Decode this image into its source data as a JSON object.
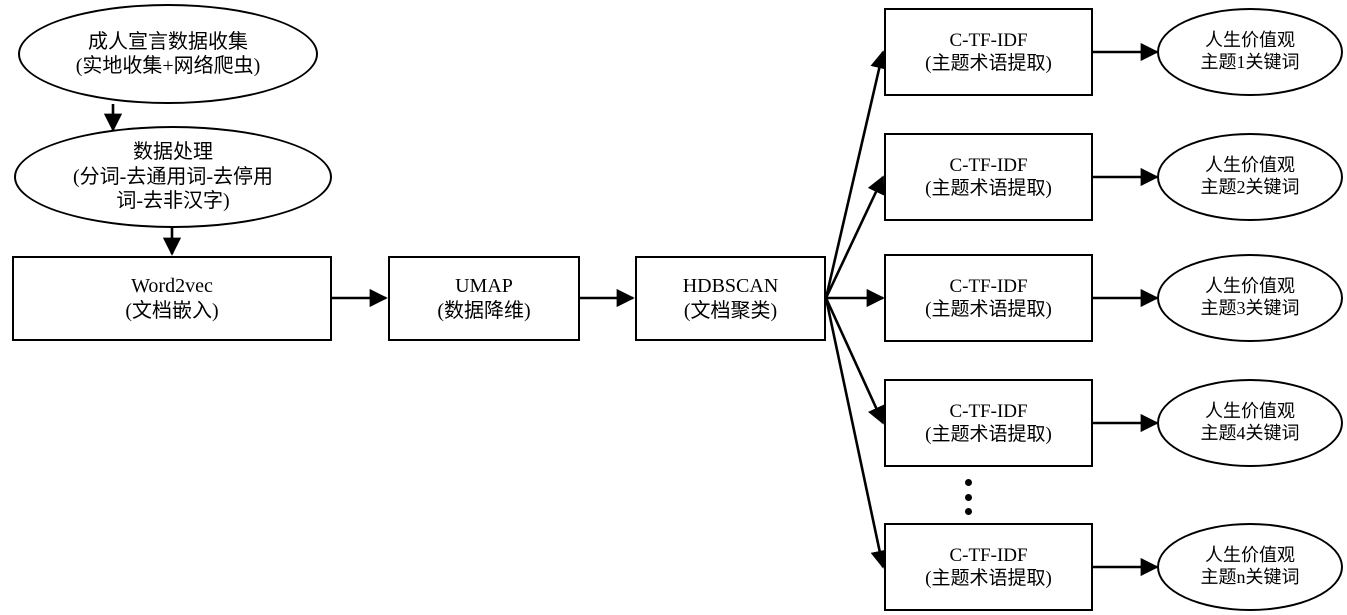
{
  "diagram": {
    "title": "BERTopic-style life-values topic modeling pipeline",
    "colors": {
      "stroke": "#000000",
      "fill": "#ffffff",
      "text": "#000000"
    },
    "nodes": {
      "collect": {
        "shape": "ellipse",
        "line1": "成人宣言数据收集",
        "line2": "(实地收集+网络爬虫)"
      },
      "preprocess": {
        "shape": "ellipse",
        "line1": "数据处理",
        "line2": "(分词-去通用词-去停用",
        "line3": "词-去非汉字)"
      },
      "word2vec": {
        "shape": "box",
        "line1": "Word2vec",
        "line2": "(文档嵌入)"
      },
      "umap": {
        "shape": "box",
        "line1": "UMAP",
        "line2": "(数据降维)"
      },
      "hdbscan": {
        "shape": "box",
        "line1": "HDBSCAN",
        "line2": "(文档聚类)"
      }
    },
    "ctfidf_boxes": [
      {
        "line1": "C-TF-IDF",
        "line2": "(主题术语提取)"
      },
      {
        "line1": "C-TF-IDF",
        "line2": "(主题术语提取)"
      },
      {
        "line1": "C-TF-IDF",
        "line2": "(主题术语提取)"
      },
      {
        "line1": "C-TF-IDF",
        "line2": "(主题术语提取)"
      },
      {
        "line1": "C-TF-IDF",
        "line2": "(主题术语提取)"
      }
    ],
    "keyword_ellipses": [
      {
        "line1": "人生价值观",
        "line2": "主题1关键词"
      },
      {
        "line1": "人生价值观",
        "line2": "主题2关键词"
      },
      {
        "line1": "人生价值观",
        "line2": "主题3关键词"
      },
      {
        "line1": "人生价值观",
        "line2": "主题4关键词"
      },
      {
        "line1": "人生价值观",
        "line2": "主题n关键词"
      }
    ],
    "ellipsis": {
      "label": "vertical-ellipsis",
      "dot_count": 3
    }
  }
}
